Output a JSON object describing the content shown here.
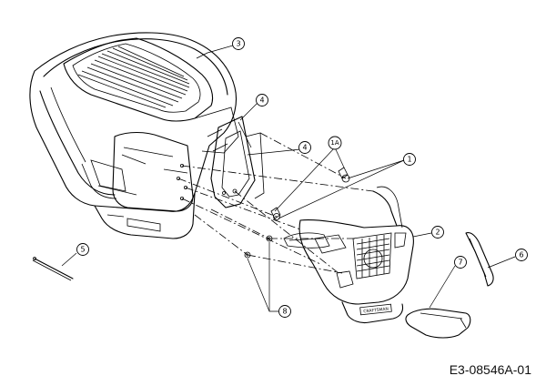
{
  "callouts": [
    {
      "id": "callout-3",
      "label": "3"
    },
    {
      "id": "callout-4a",
      "label": "4"
    },
    {
      "id": "callout-4b",
      "label": "4"
    },
    {
      "id": "callout-1a",
      "label": "1A"
    },
    {
      "id": "callout-1",
      "label": "1"
    },
    {
      "id": "callout-2",
      "label": "2"
    },
    {
      "id": "callout-6",
      "label": "6"
    },
    {
      "id": "callout-7",
      "label": "7"
    },
    {
      "id": "callout-5",
      "label": "5"
    },
    {
      "id": "callout-8",
      "label": "8"
    }
  ],
  "drawing_code": "E3-08546A-01",
  "grille_badge": "CRAFTSMAN"
}
